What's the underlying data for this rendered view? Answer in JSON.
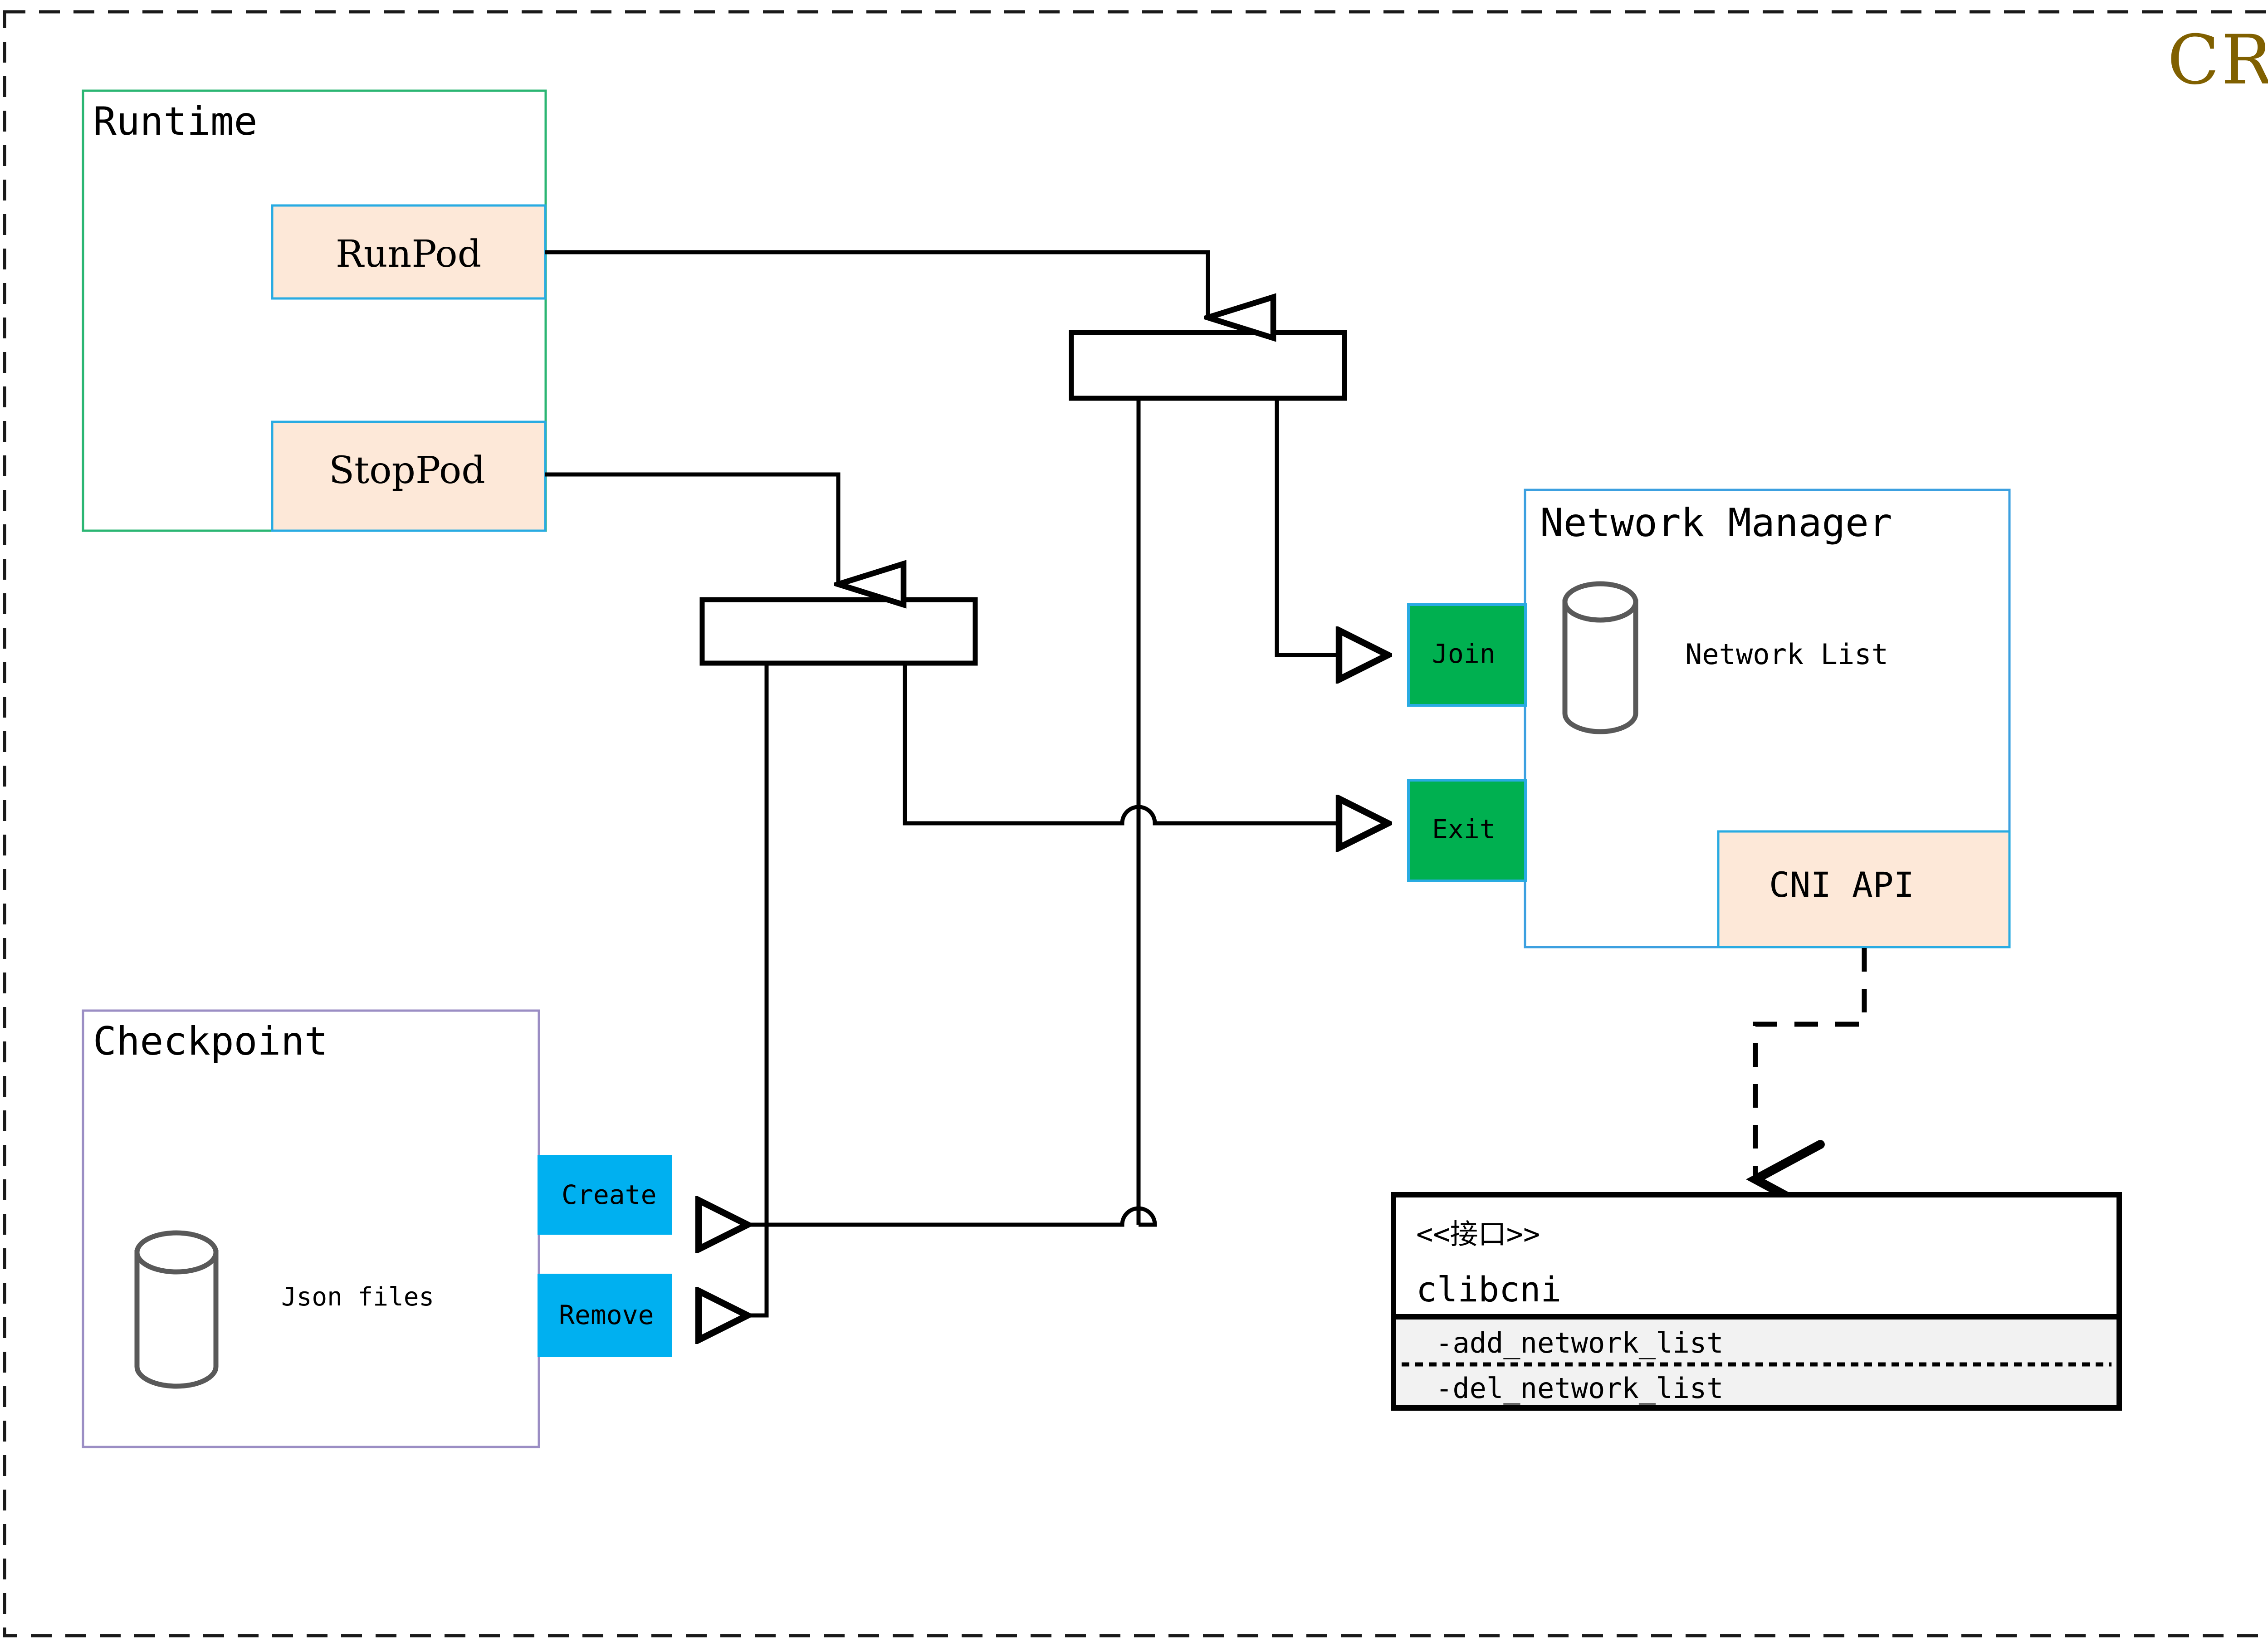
{
  "diagram": {
    "title": "CRI",
    "title_color": "#806000",
    "outer_border": "dashed-black",
    "palette": {
      "runtime_border": "#2bb673",
      "checkpoint_border": "#9b8ec4",
      "netmgr_border": "#3ca0e0",
      "peach_fill": "#fde8d8",
      "peach_border": "#29abe2",
      "green_fill": "#00b050",
      "green_border": "#29abe2",
      "cyan_fill": "#00b0f0",
      "line": "#000000",
      "uml_body": "#ffffff",
      "uml_methods": "#f2f2f2",
      "cylinder_stroke": "#595959"
    }
  },
  "groups": {
    "runtime": {
      "label": "Runtime"
    },
    "checkpoint": {
      "label": "Checkpoint",
      "store_label": "Json files"
    },
    "network_manager": {
      "label": "Network Manager",
      "store_label": "Network List"
    }
  },
  "nodes": {
    "runpod": {
      "label": "RunPod"
    },
    "stoppod": {
      "label": "StopPod"
    },
    "join": {
      "label": "Join"
    },
    "exit": {
      "label": "Exit"
    },
    "create": {
      "label": "Create"
    },
    "remove": {
      "label": "Remove"
    },
    "cni_api": {
      "label": "CNI API"
    }
  },
  "interface": {
    "stereotype": "<<接口>>",
    "name": "clibcni",
    "methods": [
      "-add_network_list",
      "-del_network_list"
    ]
  },
  "junction_bars": [
    {
      "name": "runpod-fan-out-bar"
    },
    {
      "name": "stoppod-fan-out-bar"
    }
  ]
}
